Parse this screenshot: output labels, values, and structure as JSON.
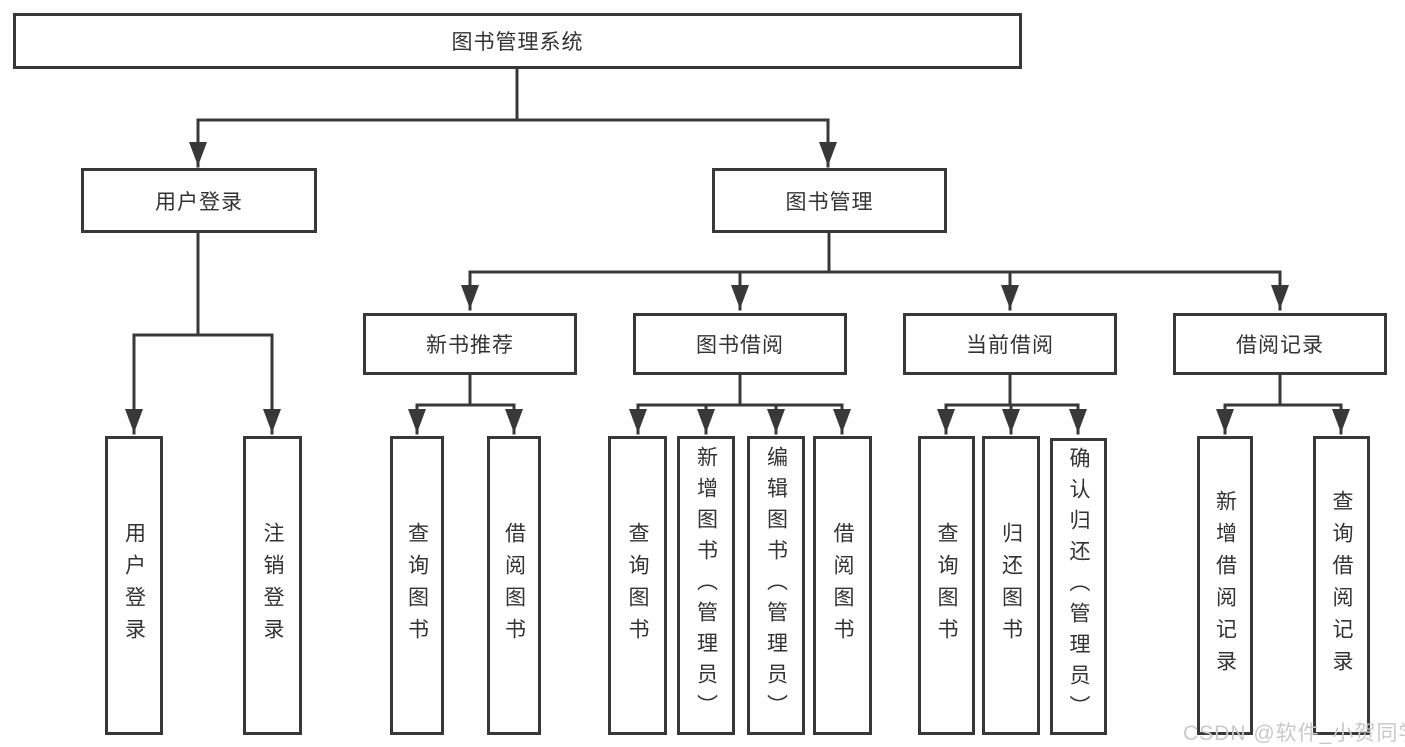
{
  "root": {
    "label": "图书管理系统"
  },
  "level2": [
    {
      "label": "用户登录",
      "children": [
        "用户登录",
        "注销登录"
      ]
    },
    {
      "label": "图书管理"
    }
  ],
  "level3": [
    {
      "label": "新书推荐",
      "children": [
        "查询图书",
        "借阅图书"
      ]
    },
    {
      "label": "图书借阅",
      "children": [
        "查询图书",
        "新增图书（管理员）",
        "编辑图书（管理员）",
        "借阅图书"
      ]
    },
    {
      "label": "当前借阅",
      "children": [
        "查询图书",
        "归还图书",
        "确认归还（管理员）"
      ]
    },
    {
      "label": "借阅记录",
      "children": [
        "新增借阅记录",
        "查询借阅记录"
      ]
    }
  ],
  "watermark": {
    "text": "CSDN @软件_小贺同学"
  },
  "colors": {
    "line": "#383838",
    "border": "#383838",
    "text": "#333333",
    "watermark": "#c9c9c9",
    "background": "#ffffff"
  }
}
